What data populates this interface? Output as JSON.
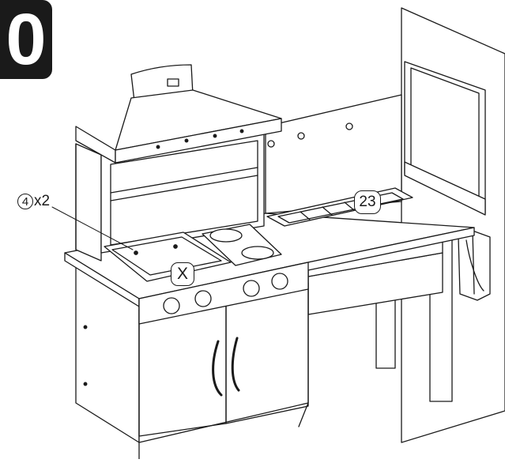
{
  "step": {
    "number": "0"
  },
  "callouts": {
    "screw_ref": "4",
    "screw_qty": "x2",
    "part_x": "X",
    "part_23": "23"
  }
}
